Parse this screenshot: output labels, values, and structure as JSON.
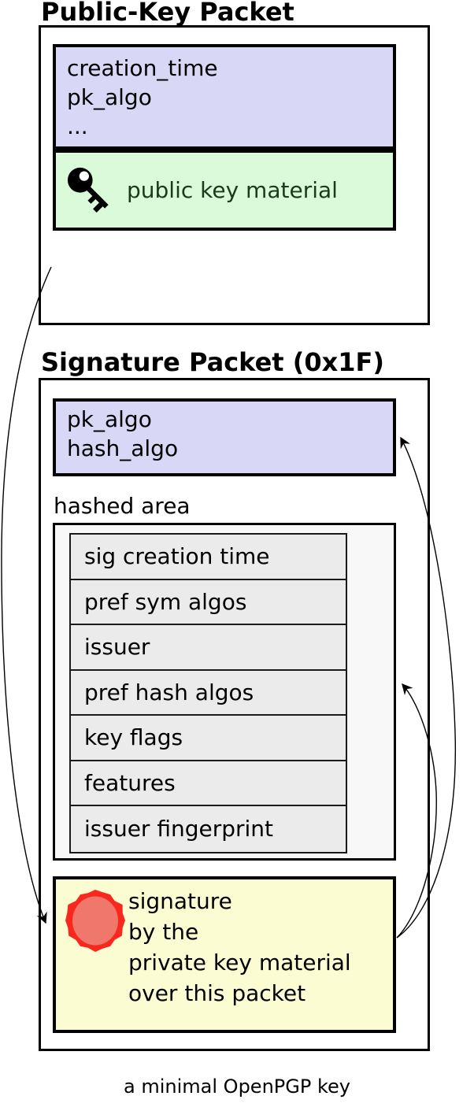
{
  "diagram": {
    "caption": "a minimal OpenPGP key",
    "public_key_packet": {
      "title": "Public-Key Packet",
      "fields": [
        "creation_time",
        "pk_algo",
        "..."
      ],
      "key_material_label": "public key material",
      "key_icon": "key-icon"
    },
    "signature_packet": {
      "title": "Signature Packet (0x1F)",
      "fields": [
        "pk_algo",
        "hash_algo"
      ],
      "hashed_area_label": "hashed area",
      "subpackets": [
        "sig creation time",
        "pref sym algos",
        "issuer",
        "pref hash algos",
        "key flags",
        "features",
        "issuer fingerprint"
      ],
      "signature_lines": [
        "signature",
        "by the",
        "private key material",
        "over this packet"
      ],
      "seal_icon": "seal-icon"
    },
    "colors": {
      "field_fill": "#d8d8f6",
      "key_material_fill": "#d9fbd9",
      "key_material_text": "#173c17",
      "hashed_area_fill": "#f8f8f8",
      "subpacket_fill": "#ebebeb",
      "signature_fill": "#fcfcd2",
      "seal_edge": "#f9281e",
      "seal_center": "#ef776b"
    }
  }
}
